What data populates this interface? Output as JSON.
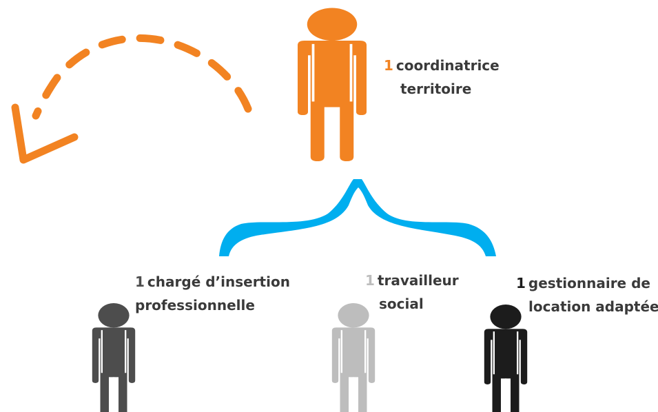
{
  "roles": {
    "coordinator": {
      "count": "1",
      "line1": "coordinatrice",
      "line2": "territoire",
      "color": "#F28322"
    },
    "insertion": {
      "count": "1",
      "line1": "chargé d’insertion",
      "line2": "professionnelle",
      "color": "#4D4D4D"
    },
    "social": {
      "count": "1",
      "line1": "travailleur",
      "line2": "social",
      "color": "#BDBDBD"
    },
    "housing": {
      "count": "1",
      "line1": "gestionnaire de",
      "line2": "location adaptée",
      "color": "#1C1C1C"
    }
  },
  "colors": {
    "orange": "#F28322",
    "brace_blue": "#00AEEF",
    "text": "#3A3A3A"
  }
}
